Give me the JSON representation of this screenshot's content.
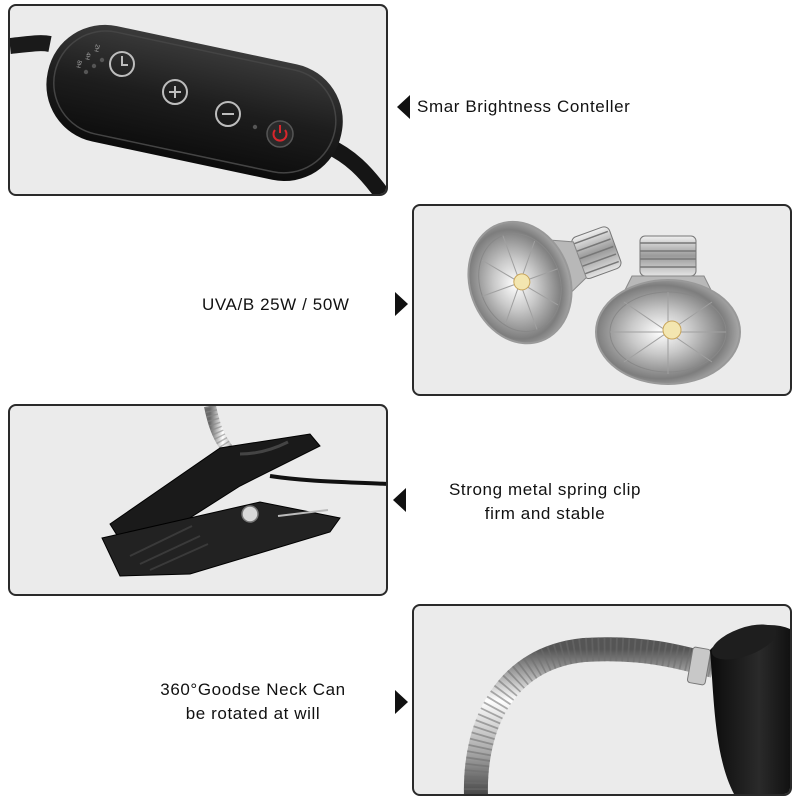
{
  "features": [
    {
      "caption_lines": [
        "Smar Brightness Conteller"
      ],
      "image": "brightness-controller"
    },
    {
      "caption_lines": [
        "UVA/B 25W / 50W"
      ],
      "image": "uva-uvb-bulbs"
    },
    {
      "caption_lines": [
        "Strong metal spring clip",
        "firm and stable"
      ],
      "image": "spring-clip"
    },
    {
      "caption_lines": [
        "360°Goodse Neck Can",
        "be rotated at will"
      ],
      "image": "gooseneck-lamp-holder"
    }
  ],
  "controller": {
    "timer_labels": [
      "8H",
      "4H",
      "2H"
    ],
    "icons": [
      "clock-icon",
      "plus-icon",
      "minus-icon",
      "power-icon"
    ]
  },
  "colors": {
    "panel_bg": "#ebebeb",
    "panel_border": "#2a2a2a",
    "power_red": "#d8262c"
  }
}
